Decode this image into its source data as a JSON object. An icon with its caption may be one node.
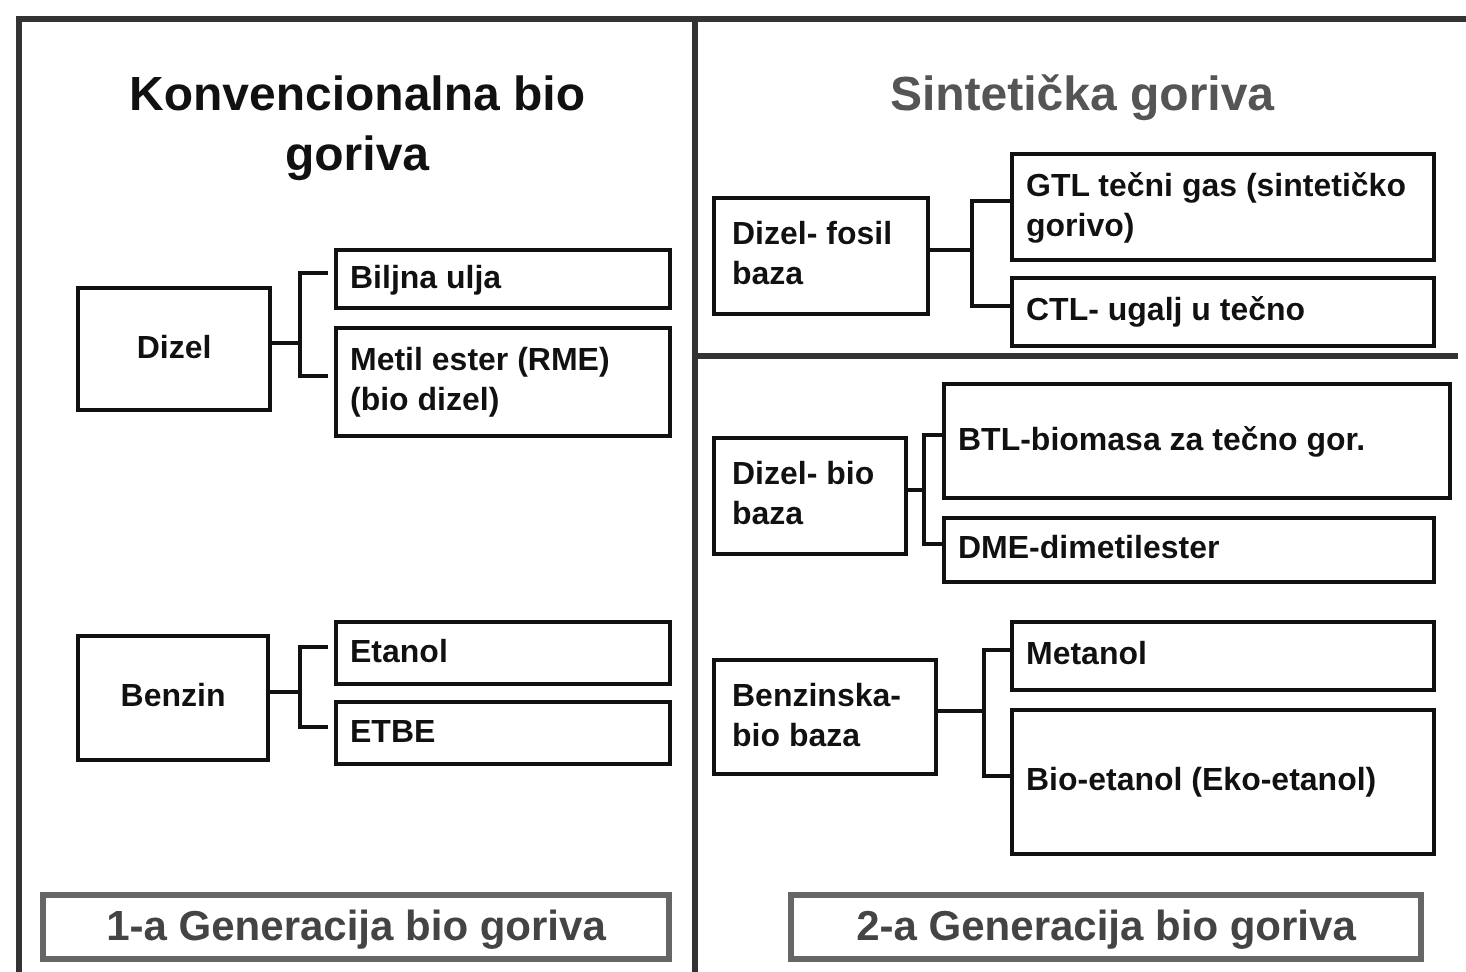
{
  "diagram": {
    "nodes": [
      {
        "text": [
          "Konvencionalna bio goriva"
        ]
      },
      {
        "text": [
          "Dizel"
        ],
        "in": 0
      },
      {
        "text": [
          "Biljna ulja"
        ],
        "in": 0
      },
      {
        "text": [
          "Metil ester (RME) (bio dizel)"
        ],
        "in": 0
      },
      {
        "text": [
          "Benzin"
        ],
        "in": 0
      },
      {
        "text": [
          "Etanol"
        ],
        "in": 0
      },
      {
        "text": [
          "ETBE"
        ],
        "in": 0
      },
      {
        "text": [
          "1-a Generacija bio goriva"
        ],
        "in": 0
      },
      {
        "text": [
          "Sintetička goriva"
        ]
      },
      {
        "text": [
          "Dizel- fosil baza"
        ],
        "in": 8
      },
      {
        "text": [
          "GTL tečni gas (sintetičko gorivo)"
        ],
        "in": 8
      },
      {
        "text": [
          "CTL- ugalj u tečno"
        ],
        "in": 8
      },
      {
        "text": [
          "Dizel- bio baza"
        ],
        "in": 8
      },
      {
        "text": [
          "BTL-biomasa za tečno gor."
        ],
        "in": 8
      },
      {
        "text": [
          "DME-dimetilester"
        ],
        "in": 8
      },
      {
        "text": [
          "Benzinska- bio baza"
        ],
        "in": 8
      },
      {
        "text": [
          "Metanol"
        ],
        "in": 8
      },
      {
        "text": [
          "Bio-etanol (Eko-etanol)"
        ],
        "in": 8
      },
      {
        "text": [
          "2-a Generacija bio goriva"
        ],
        "in": 8
      }
    ],
    "edges": [
      {
        "from": 1,
        "to": 2,
        "arrow": "none"
      },
      {
        "from": 1,
        "to": 3,
        "arrow": "none"
      },
      {
        "from": 4,
        "to": 5,
        "arrow": "none"
      },
      {
        "from": 4,
        "to": 6,
        "arrow": "none"
      },
      {
        "from": 9,
        "to": 10,
        "arrow": "none"
      },
      {
        "from": 9,
        "to": 11,
        "arrow": "none"
      },
      {
        "from": 12,
        "to": 13,
        "arrow": "none"
      },
      {
        "from": 12,
        "to": 14,
        "arrow": "none"
      },
      {
        "from": 15,
        "to": 16,
        "arrow": "none"
      },
      {
        "from": 15,
        "to": 17,
        "arrow": "none"
      }
    ]
  }
}
